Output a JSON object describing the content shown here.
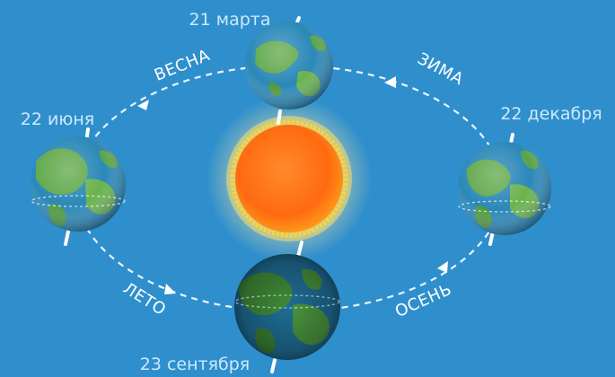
{
  "dates": {
    "march": "21 марта",
    "june": "22 июня",
    "september": "23 сентября",
    "december": "22 декабря"
  },
  "seasons": {
    "spring": "ВЕСНА",
    "winter": "ЗИМА",
    "summer": "ЛЕТО",
    "autumn": "ОСЕНЬ"
  },
  "colors": {
    "background": "#2f8fcd",
    "sun_core": "#ff6a10",
    "sun_edge": "#ffd23a",
    "ocean": "#2a88b8",
    "land": "#5fa84a",
    "orbit": "#ffffff"
  }
}
